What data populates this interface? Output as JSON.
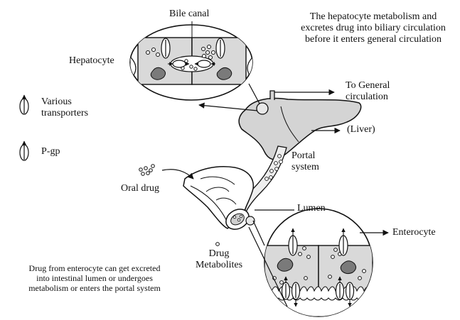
{
  "labels": {
    "bile_canal": "Bile canal",
    "hepatocyte": "Hepatocyte",
    "hepatocyte_note": [
      "The hepatocyte metabolism and",
      "excretes drug into biliary circulation",
      "before it enters general circulation"
    ],
    "to_general": [
      "To General",
      "circulation"
    ],
    "liver": "(Liver)",
    "portal_system": [
      "Portal",
      "system"
    ],
    "oral_drug": "Oral drug",
    "lumen": "Lumen",
    "enterocyte": "Enterocyte",
    "drug_metabolites": [
      "Drug",
      "Metabolites"
    ],
    "enterocyte_note": [
      "Drug from enterocyte can get excreted",
      "into intestinal lumen or undergoes",
      "metabolism or enters the portal system"
    ]
  },
  "legend": {
    "various_transporters": [
      "Various",
      "transporters"
    ],
    "pgp": "P-gp"
  },
  "colors": {
    "cell_fill": "#d9d9d9",
    "liver_fill": "#d4d4d4",
    "nucleus_fill": "#7a7a7a",
    "stroke": "#111111",
    "background": "#ffffff"
  }
}
